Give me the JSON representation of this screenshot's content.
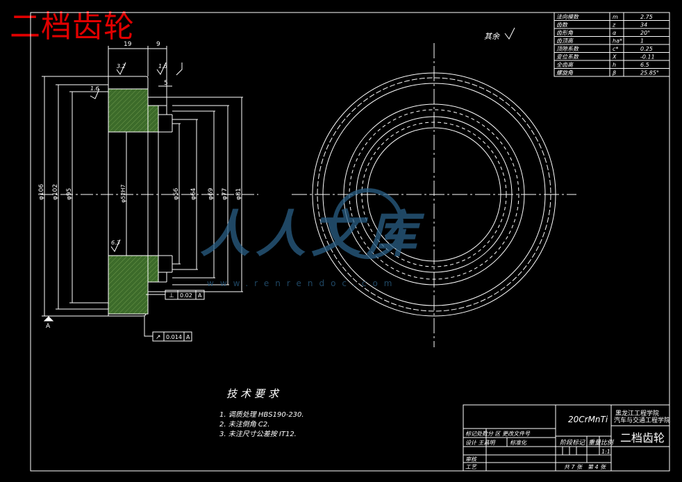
{
  "drawing": {
    "big_title": "二档齿轮",
    "roughness_note": "其余",
    "colors": {
      "background": "#000000",
      "line": "#ffffff",
      "hatch": "#3c6b2a",
      "title_red": "#e00000",
      "watermark": "#2a5f86"
    }
  },
  "params_table": {
    "rows": [
      {
        "label": "法向模数",
        "symbol": "m",
        "value": "2.75"
      },
      {
        "label": "齿数",
        "symbol": "z",
        "value": "34"
      },
      {
        "label": "齿形角",
        "symbol": "α",
        "value": "20°"
      },
      {
        "label": "齿顶高",
        "symbol": "ha*",
        "value": "1"
      },
      {
        "label": "顶隙系数",
        "symbol": "c*",
        "value": "0.25"
      },
      {
        "label": "变位系数",
        "symbol": "X",
        "value": "-0.11"
      },
      {
        "label": "全齿高",
        "symbol": "h",
        "value": "6.5"
      },
      {
        "label": "螺旋角",
        "symbol": "β",
        "value": "25.85°"
      }
    ]
  },
  "dimensions": {
    "top": [
      "19",
      "9"
    ],
    "small": "5",
    "diameters": [
      "φ106",
      "φ102",
      "φ95",
      "φ52H7",
      "φ56",
      "φ64",
      "φ69",
      "φ77",
      "φ81"
    ],
    "tolerance_1": {
      "symbol": "⊥",
      "value": "0.02",
      "datum": "A"
    },
    "tolerance_2": {
      "symbol": "↗",
      "value": "0.014",
      "datum": "A"
    },
    "datum_label": "A",
    "roughness": [
      "3.2",
      "1.6",
      "1.6",
      "6.3"
    ]
  },
  "tech_requirements": {
    "title": "技术要求",
    "items": [
      "1. 调质处理 HBS190-230.",
      "2. 未注倒角 C2.",
      "3. 未注尺寸公差按 IT12."
    ]
  },
  "title_block": {
    "material": "20CrMnTi",
    "school": "黑龙江工程学院",
    "department": "汽车与交通工程学院",
    "part_name": "二档齿轮",
    "row_marks": "标记处数分 区 更改文件号",
    "row_design": "设计 王昌明",
    "row_std": "标准化",
    "stage_mark": "阶段标记",
    "weight": "重量",
    "scale": "比例",
    "scale_value": "1:1",
    "review": "审核",
    "process": "工艺",
    "sheets": "共 7 张",
    "sheet_no": "第 4 张"
  },
  "watermark": {
    "text": "人人文库",
    "url": "www.renrendoc.com"
  }
}
